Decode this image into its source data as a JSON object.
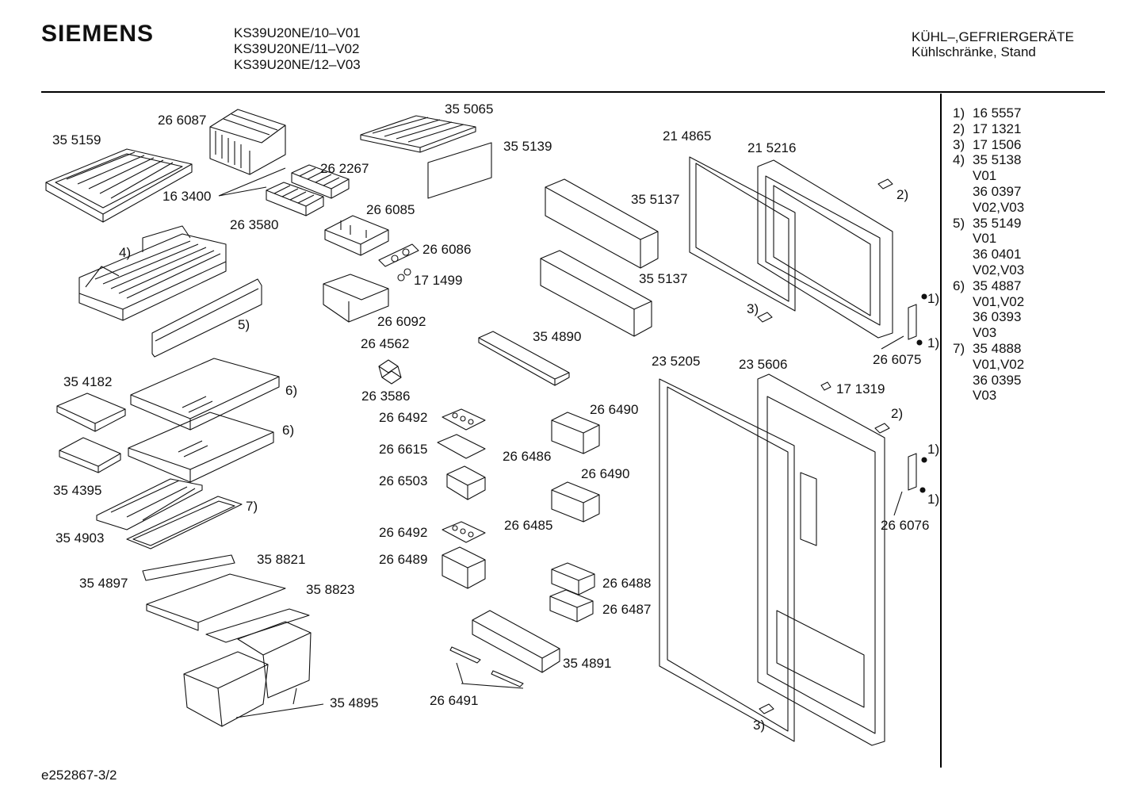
{
  "header": {
    "brand": "SIEMENS",
    "models": [
      "KS39U20NE/10–V01",
      "KS39U20NE/11–V02",
      "KS39U20NE/12–V03"
    ],
    "category": [
      "KÜHL–,GEFRIERGERÄTE",
      "Kühlschränke, Stand"
    ]
  },
  "legend": [
    {
      "key": "1)",
      "lines": [
        "16 5557"
      ]
    },
    {
      "key": "2)",
      "lines": [
        "17 1321"
      ]
    },
    {
      "key": "3)",
      "lines": [
        "17 1506"
      ]
    },
    {
      "key": "4)",
      "lines": [
        "35 5138",
        "V01",
        "36 0397",
        "V02,V03"
      ]
    },
    {
      "key": "5)",
      "lines": [
        "35 5149",
        "V01",
        "36 0401",
        "V02,V03"
      ]
    },
    {
      "key": "6)",
      "lines": [
        "35 4887",
        "V01,V02",
        "36 0393",
        "V03"
      ]
    },
    {
      "key": "7)",
      "lines": [
        "35 4888",
        "V01,V02",
        "36 0395",
        "V03"
      ]
    }
  ],
  "labels": {
    "l355159": "35 5159",
    "l266087": "26 6087",
    "l163400": "16 3400",
    "l262267": "26 2267",
    "l263580": "26 3580",
    "l355065": "35 5065",
    "l355139": "35 5139",
    "l266085": "26 6085",
    "l266086": "26 6086",
    "l171499": "17 1499",
    "l266092": "26 6092",
    "l264562": "26 4562",
    "l263586": "26 3586",
    "l355137a": "35 5137",
    "l355137b": "35 5137",
    "l354890": "35 4890",
    "l214865": "21 4865",
    "l215216": "21 5216",
    "l266075": "26 6075",
    "l354182": "35 4182",
    "l354395": "35 4395",
    "l354903": "35 4903",
    "l354897": "35 4897",
    "l358821": "35 8821",
    "l358823": "35 8823",
    "l354895": "35 4895",
    "l266492a": "26 6492",
    "l266615": "26 6615",
    "l266503": "26 6503",
    "l266492b": "26 6492",
    "l266489": "26 6489",
    "l266490a": "26 6490",
    "l266486": "26 6486",
    "l266490b": "26 6490",
    "l266485": "26 6485",
    "l266488": "26 6488",
    "l266487": "26 6487",
    "l354891": "35 4891",
    "l266491": "26 6491",
    "l235205": "23 5205",
    "l235606": "23 5606",
    "l171319": "17 1319",
    "l266076": "26 6076",
    "c4": "4)",
    "c5": "5)",
    "c6a": "6)",
    "c6b": "6)",
    "c7": "7)",
    "c2a": "2)",
    "c2b": "2)",
    "c3a": "3)",
    "c3b": "3)",
    "c1a": "1)",
    "c1b": "1)",
    "c1c": "1)",
    "c1d": "1)"
  },
  "footer": "e252867-3/2"
}
